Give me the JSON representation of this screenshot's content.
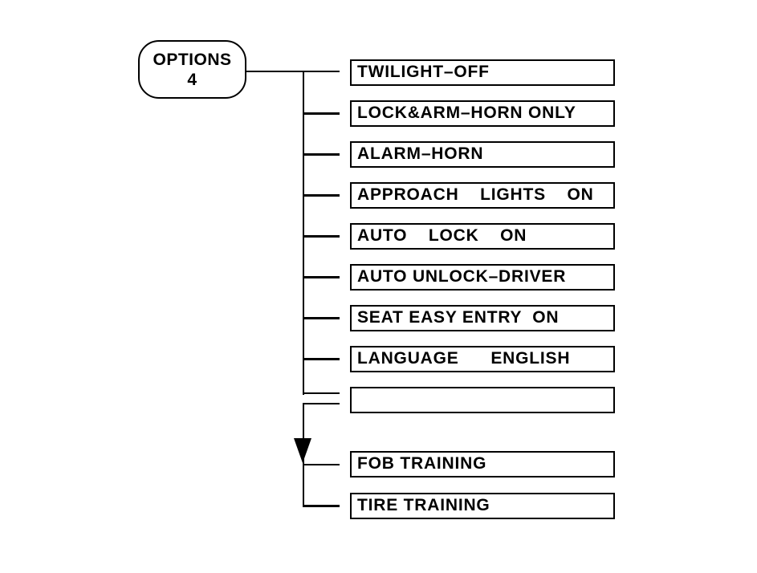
{
  "diagram": {
    "root": {
      "title": "OPTIONS",
      "number": "4"
    },
    "items": [
      "TWILIGHT–OFF",
      "LOCK&ARM–HORN ONLY",
      "ALARM–HORN",
      "APPROACH    LIGHTS    ON",
      "AUTO    LOCK    ON",
      "AUTO UNLOCK–DRIVER",
      "SEAT EASY ENTRY  ON",
      "LANGUAGE      ENGLISH",
      ""
    ],
    "continuation_items": [
      "FOB TRAINING",
      "TIRE TRAINING"
    ],
    "arrow_icon": "down-arrow",
    "colors": {
      "line": "#000000",
      "background": "#ffffff",
      "text": "#000000"
    }
  }
}
